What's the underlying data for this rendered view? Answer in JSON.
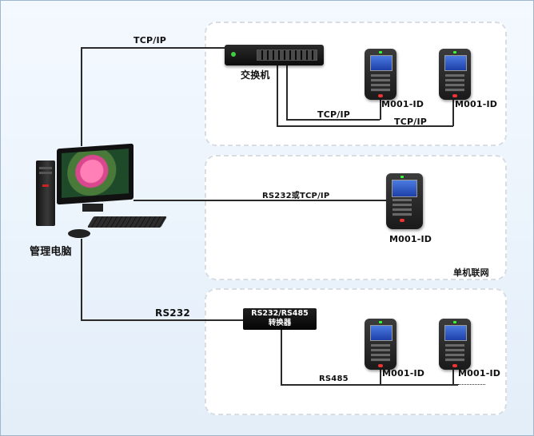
{
  "diagram": {
    "pc_label": "管理电脑",
    "switch_label": "交换机",
    "converter_line1": "RS232/RS485",
    "converter_line2": "转换器",
    "link_pc_switch": "TCP/IP",
    "link_switch_reader1": "TCP/IP",
    "link_switch_reader2": "TCP/IP",
    "link_pc_reader3": "RS232或TCP/IP",
    "link_pc_converter": "RS232",
    "link_converter_readers": "RS485",
    "reader1_label": "M001-ID",
    "reader2_label": "M001-ID",
    "reader3_label": "M001-ID",
    "reader4_label": "M001-ID",
    "reader5_label": "M001-ID",
    "panel2_caption": "单机联网"
  },
  "colors": {
    "line": "#2a2a2a",
    "panel_border": "#d7dde3",
    "background": "#e3eef9"
  }
}
